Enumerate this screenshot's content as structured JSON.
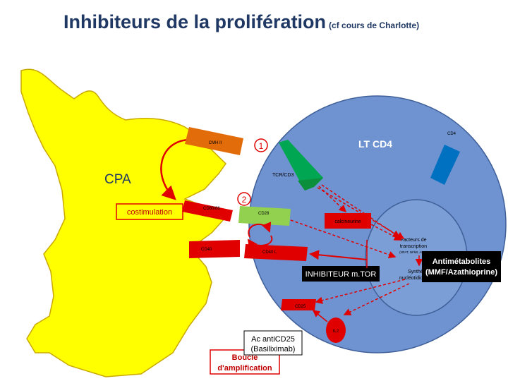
{
  "title": {
    "main": "Inhibiteurs de la prolifération",
    "sub": "(cf cours de Charlotte)"
  },
  "labels": {
    "cpa": "CPA",
    "lt_cd4": "LT CD4",
    "cd4": "CD4",
    "cmh_ii": "CMH II",
    "tcr_cd3": "TCR/CD3",
    "num1": "1",
    "num2": "2",
    "costimulation": "costimulation",
    "cd80_86": "CD80/86",
    "cd28": "CD28",
    "cd40": "CD40",
    "cd40l": "CD40 L",
    "calcineurine": "calcineurine",
    "facteurs_1": "Facteurs de",
    "facteurs_2": "transcription",
    "facteurs_3": "(NFAT, NFkB, AP-1)",
    "synthese_1": "Synthèse",
    "synthese_2": "nucléotidique",
    "mtor": "INHIBITEUR m.TOR",
    "antimetabolites_1": "Antimétabolites",
    "antimetabolites_2": "(MMF/Azathioprine)",
    "cd25": "CD25",
    "il2": "IL2",
    "ac_1": "Ac antiCD25",
    "ac_2": "(Basiliximab)",
    "boucle_1": "Boucle",
    "boucle_2": "d'amplification"
  },
  "colors": {
    "title": "#1F3864",
    "apc_fill": "#FFFF00",
    "apc_stroke": "#C9A800",
    "cell_fill": "#6F93D0",
    "cell_stroke": "#3F5F99",
    "nucleus_fill": "#7C9ED6",
    "cmh": "#E36C0A",
    "tcr_green": "#00A651",
    "tcr_dark": "#0B8F3C",
    "cd28_green": "#92D050",
    "red": "#E00000",
    "cd4_blue": "#0070C0",
    "black": "#000000"
  },
  "icons": {
    "arrow": "arrow-icon"
  }
}
